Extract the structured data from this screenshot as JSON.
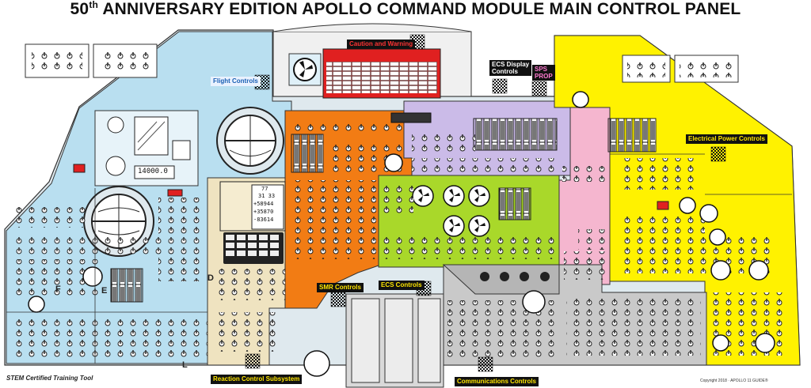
{
  "title": {
    "main": "ANNIVERSARY EDITION APOLLO COMMAND MODULE MAIN CONTROL PANEL",
    "ordinal_number": "50",
    "ordinal_suffix": "th"
  },
  "sections": {
    "flight_controls": "Flight Controls",
    "caution_warning": "Caution and Warning",
    "ecs_display_line1": "ECS Display",
    "ecs_display_line2": "Controls",
    "sps_line1": "SPS",
    "sps_line2": "PROP",
    "electrical_power": "Electrical Power Controls",
    "smr_controls": "SMR Controls",
    "ecs_controls": "ECS Controls",
    "reaction_control": "Reaction Control Subsystem",
    "communications": "Communications Controls"
  },
  "readouts": {
    "altimeter": "14000.0",
    "dsky_row1": "77",
    "dsky_row2": "31 33",
    "dsky_row3": "+58944",
    "dsky_row4": "+35870",
    "dsky_row5": "-83614"
  },
  "panel_letters": {
    "f_left": "F",
    "e_left": "E",
    "l_bottom": "L",
    "d_mid": "D"
  },
  "footer": {
    "left": "STEM Certified Training Tool",
    "right": "Copyright 2018 · APOLLO 11 GUIDE®"
  },
  "colors": {
    "flight": "#b9dff0",
    "caution": "#e02020",
    "smr": "#f27c14",
    "ecs_green": "#a9d82a",
    "ecs_display": "#cbbbe8",
    "electrical_pink": "#f5b6cf",
    "electrical_yellow": "#fff200",
    "communications": "#c9c9c9",
    "rcs": "#efe3c0",
    "edge": "#9fd2ea"
  }
}
